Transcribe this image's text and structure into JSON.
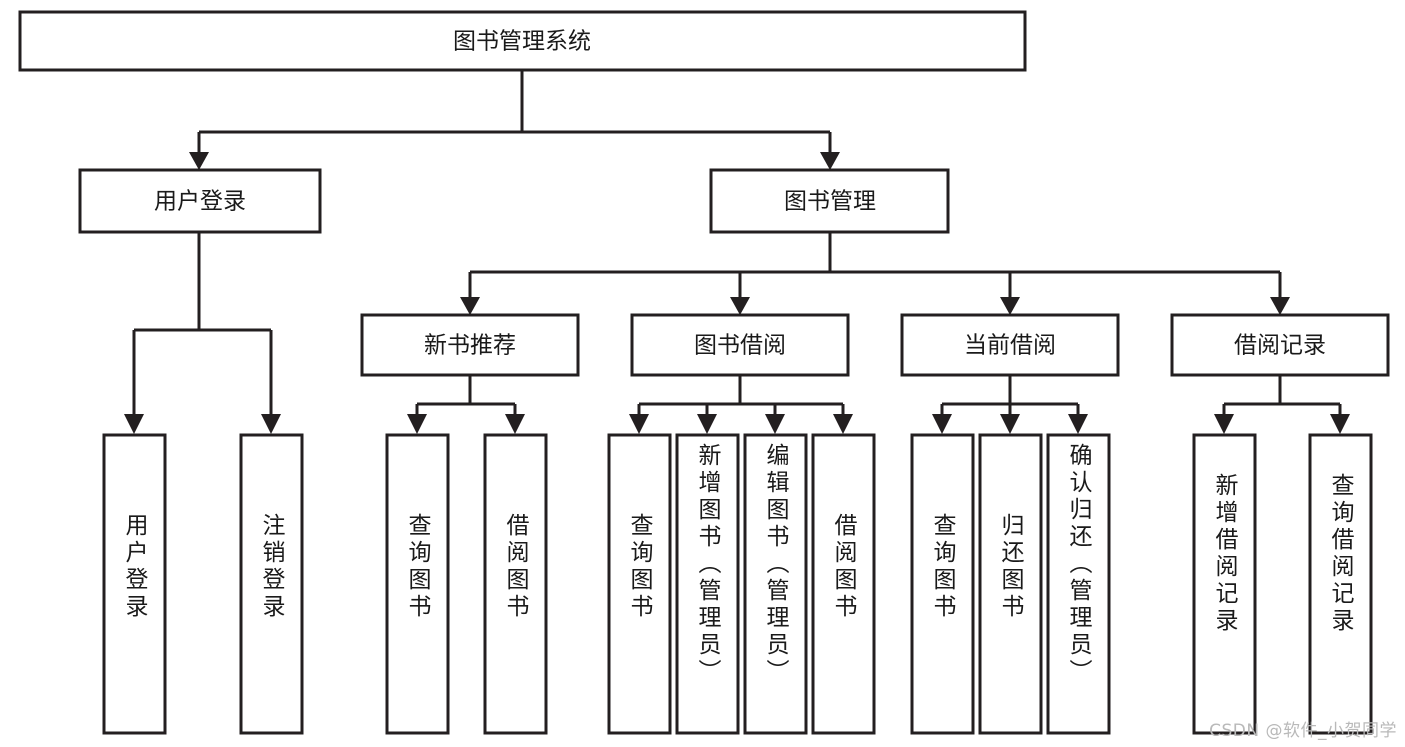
{
  "diagram": {
    "type": "tree-hierarchy-chart",
    "title": "图书管理系统",
    "orientation": "top-down",
    "levels": 4,
    "root": {
      "id": "root",
      "label": "图书管理系统",
      "orientation": "horizontal"
    },
    "level2": [
      {
        "id": "user-login",
        "label": "用户登录",
        "orientation": "horizontal"
      },
      {
        "id": "book-management",
        "label": "图书管理",
        "orientation": "horizontal"
      }
    ],
    "level3": [
      {
        "id": "new-book-recommend",
        "label": "新书推荐",
        "orientation": "horizontal",
        "parent": "book-management"
      },
      {
        "id": "book-borrow",
        "label": "图书借阅",
        "orientation": "horizontal",
        "parent": "book-management"
      },
      {
        "id": "current-borrow",
        "label": "当前借阅",
        "orientation": "horizontal",
        "parent": "book-management"
      },
      {
        "id": "borrow-record",
        "label": "借阅记录",
        "orientation": "horizontal",
        "parent": "book-management"
      }
    ],
    "leaves": [
      {
        "id": "leaf-user-login",
        "label": "用户登录",
        "orientation": "vertical",
        "parent": "user-login"
      },
      {
        "id": "leaf-user-logout",
        "label": "注销登录",
        "orientation": "vertical",
        "parent": "user-login"
      },
      {
        "id": "leaf-query-book-1",
        "label": "查询图书",
        "orientation": "vertical",
        "parent": "new-book-recommend"
      },
      {
        "id": "leaf-borrow-book-1",
        "label": "借阅图书",
        "orientation": "vertical",
        "parent": "new-book-recommend"
      },
      {
        "id": "leaf-query-book-2",
        "label": "查询图书",
        "orientation": "vertical",
        "parent": "book-borrow"
      },
      {
        "id": "leaf-add-book",
        "label": "新增图书（管理员）",
        "orientation": "vertical",
        "parent": "book-borrow"
      },
      {
        "id": "leaf-edit-book",
        "label": "编辑图书（管理员）",
        "orientation": "vertical",
        "parent": "book-borrow"
      },
      {
        "id": "leaf-borrow-book-2",
        "label": "借阅图书",
        "orientation": "vertical",
        "parent": "book-borrow"
      },
      {
        "id": "leaf-query-book-3",
        "label": "查询图书",
        "orientation": "vertical",
        "parent": "current-borrow"
      },
      {
        "id": "leaf-return-book",
        "label": "归还图书",
        "orientation": "vertical",
        "parent": "current-borrow"
      },
      {
        "id": "leaf-confirm-return",
        "label": "确认归还（管理员）",
        "orientation": "vertical",
        "parent": "current-borrow"
      },
      {
        "id": "leaf-add-record",
        "label": "新增借阅记录",
        "orientation": "vertical",
        "parent": "borrow-record"
      },
      {
        "id": "leaf-query-record",
        "label": "查询借阅记录",
        "orientation": "vertical",
        "parent": "borrow-record"
      }
    ],
    "colors": {
      "box_fill": "#ffffff",
      "box_stroke": "#231f20",
      "text": "#1a1a1a",
      "background": "#ffffff",
      "watermark": "#b9b9b9"
    }
  },
  "watermark": {
    "text": "CSDN @软件_小贺同学"
  }
}
